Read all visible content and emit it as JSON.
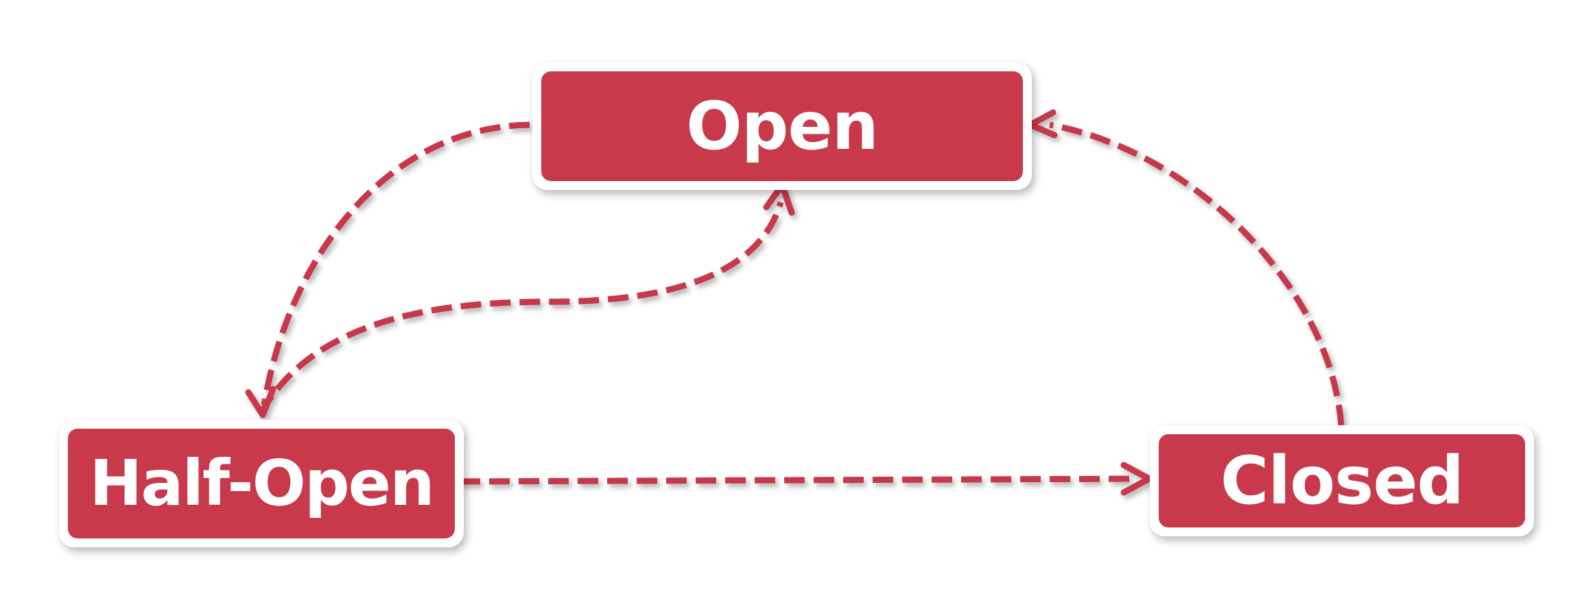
{
  "colors": {
    "node_fill": "#c8394b",
    "node_border": "#ffffff",
    "edge_stroke": "#c8394b",
    "label_text": "#ffffff"
  },
  "nodes": {
    "open": {
      "label": "Open"
    },
    "half_open": {
      "label": "Half-Open"
    },
    "closed": {
      "label": "Closed"
    }
  },
  "edges": [
    {
      "from": "Open",
      "to": "Half-Open",
      "style": "dashed"
    },
    {
      "from": "Half-Open",
      "to": "Open",
      "style": "dashed"
    },
    {
      "from": "Half-Open",
      "to": "Closed",
      "style": "dashed"
    },
    {
      "from": "Closed",
      "to": "Open",
      "style": "dashed"
    }
  ]
}
